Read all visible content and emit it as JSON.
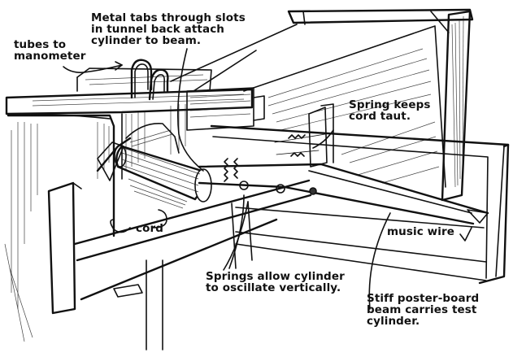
{
  "figure": {
    "subject": "Wind tunnel test rig: oscillating cylinder on poster-board beam",
    "ink_color": "#111111",
    "background_color": "#ffffff"
  },
  "annotations": {
    "tubes": {
      "lines": [
        "tubes to",
        "manometer"
      ]
    },
    "metal_tabs": {
      "lines": [
        "Metal tabs through slots",
        "in tunnel back attach",
        "cylinder to beam."
      ]
    },
    "spring_taut": {
      "lines": [
        "Spring keeps",
        "cord taut."
      ]
    },
    "cord": {
      "lines": [
        "cord"
      ]
    },
    "springs_oscillate": {
      "lines": [
        "Springs allow cylinder",
        "to oscillate vertically."
      ]
    },
    "music_wire": {
      "lines": [
        "music wire"
      ]
    },
    "beam": {
      "lines": [
        "Stiff poster-board",
        "beam carries test",
        "cylinder."
      ]
    }
  }
}
